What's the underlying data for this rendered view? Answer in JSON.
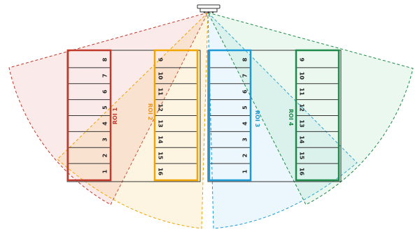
{
  "camera": {
    "icon": "camera-icon"
  },
  "left_rack": {
    "column_a_slots": [
      "8",
      "7",
      "6",
      "5",
      "4",
      "3",
      "2",
      "1"
    ],
    "column_b_slots": [
      "9",
      "10",
      "11",
      "12",
      "13",
      "14",
      "15",
      "16"
    ]
  },
  "right_rack": {
    "column_a_slots": [
      "8",
      "7",
      "6",
      "5",
      "4",
      "3",
      "2",
      "1"
    ],
    "column_b_slots": [
      "9",
      "10",
      "11",
      "12",
      "13",
      "14",
      "15",
      "16"
    ]
  },
  "rois": [
    {
      "label": "ROI 1",
      "color": "#c0392b"
    },
    {
      "label": "ROI 2",
      "color": "#f0a500"
    },
    {
      "label": "ROI 3",
      "color": "#1a9ad6"
    },
    {
      "label": "ROI 4",
      "color": "#1e8a4a"
    }
  ]
}
